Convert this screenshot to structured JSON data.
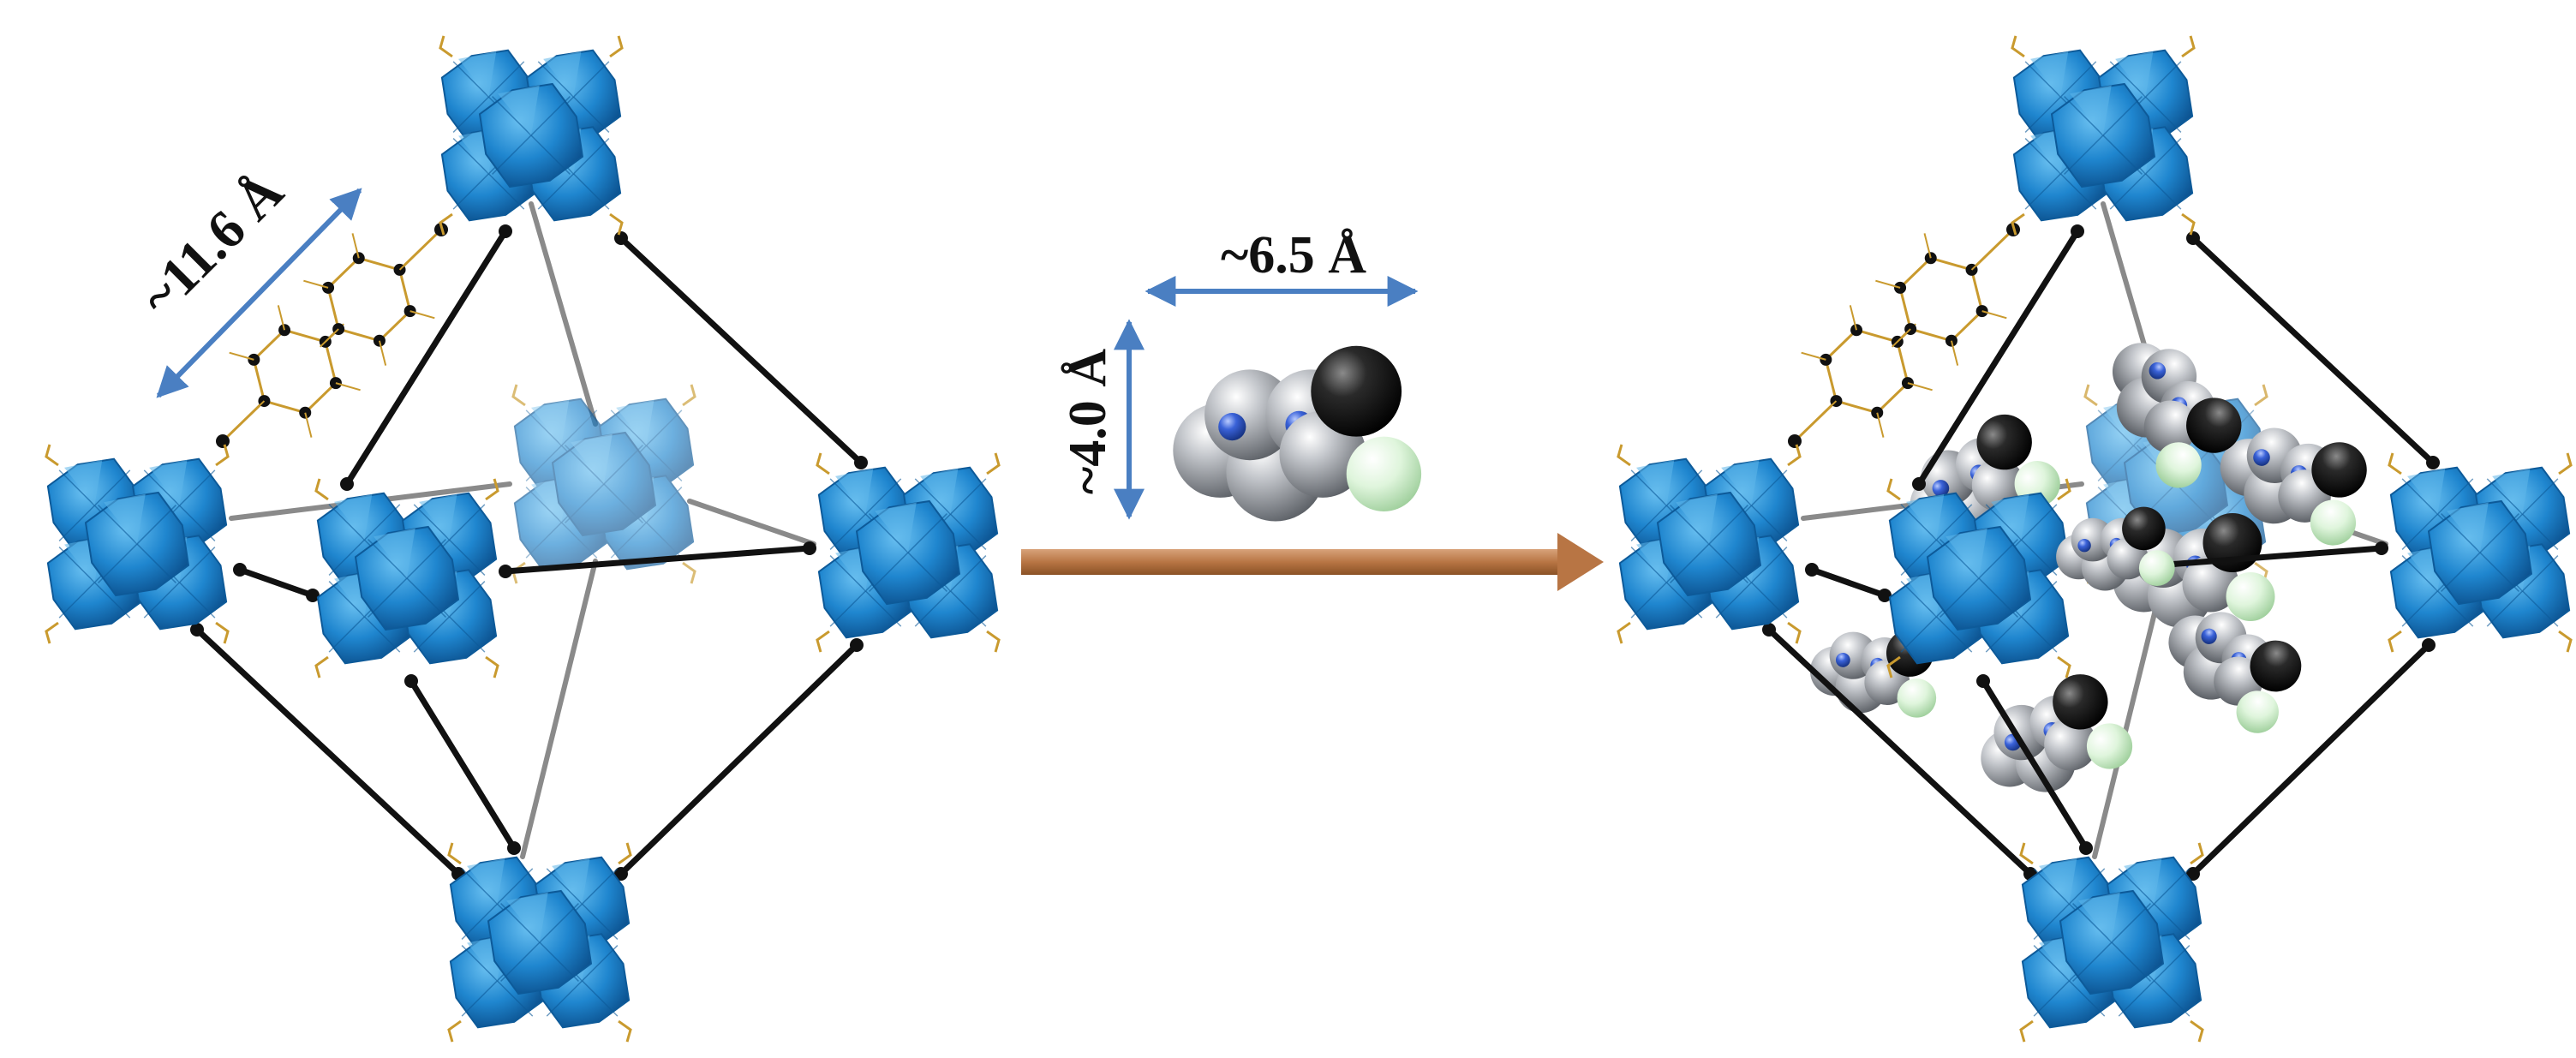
{
  "labels": {
    "linker_length": "~11.6 Å",
    "guest_width": "~6.5 Å",
    "guest_height": "~4.0 Å"
  },
  "colors": {
    "cluster_fill": "#1f86cf",
    "cluster_dark": "#0d5a99",
    "cluster_light": "#5fb6ea",
    "edge_front": "#111111",
    "edge_back": "#8a8a8a",
    "linker_atom": "#111111",
    "linker_bond": "#c99a2e",
    "dimension_arrow": "#4a7fc2",
    "reaction_arrow": "#b87544",
    "guest_carbon": "#8d9197",
    "guest_nitrogen": "#2a55c8",
    "guest_oxygen": "#1b1b1b",
    "guest_fluorine": "#cdeecb"
  }
}
